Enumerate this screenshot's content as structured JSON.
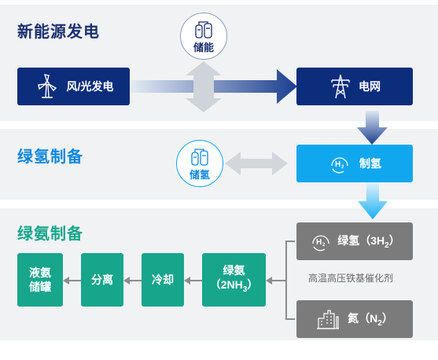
{
  "sections": {
    "power": {
      "title": "新能源发电"
    },
    "hydrogen": {
      "title": "绿氢制备"
    },
    "ammonia": {
      "title": "绿氨制备"
    }
  },
  "nodes": {
    "wind_solar": {
      "label": "风/光发电",
      "icon": "wind-turbine-icon"
    },
    "storage": {
      "label": "储能",
      "icon": "storage-tank-icon"
    },
    "grid": {
      "label": "电网",
      "icon": "power-tower-icon"
    },
    "h2_storage": {
      "label": "储氢",
      "icon": "storage-tank-icon"
    },
    "electrolysis": {
      "label": "制氢",
      "icon": "h2-molecule-icon"
    },
    "green_h2": {
      "label": "绿氢（3H",
      "sub": "2",
      "close": "）",
      "icon": "h2-molecule-icon"
    },
    "catalyst_note": "高温高压铁基催化剂",
    "nitrogen": {
      "label": "氮（N",
      "sub": "2",
      "close": "）",
      "icon": "factory-icon"
    },
    "green_nh3": {
      "line1": "绿氨",
      "line2_pre": "（2NH",
      "sub": "3",
      "line2_post": "）"
    },
    "cooling": {
      "label": "冷却"
    },
    "separation": {
      "label": "分离"
    },
    "ammonia_storage": {
      "line1": "液氨",
      "line2": "储罐"
    }
  },
  "colors": {
    "dark_blue": "#0c2d7c",
    "light_blue": "#11a7ee",
    "green": "#17a58c",
    "gray": "#7b7b7b",
    "section_title": "#1a2f6e",
    "section_title_alt": "#0e88dd"
  }
}
